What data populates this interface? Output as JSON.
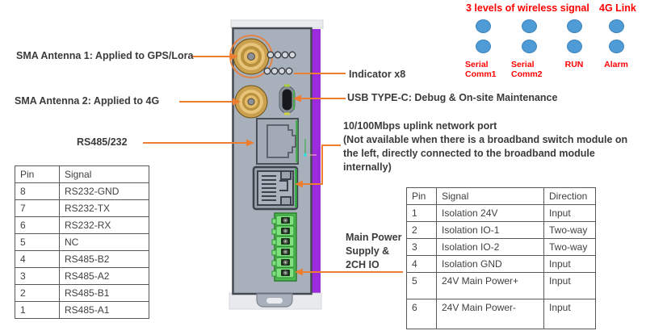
{
  "diagram_title": "Industrial gateway device port annotation diagram",
  "colors": {
    "annotation_arrow": "#ED7D31",
    "status_text_red": "#FF0000",
    "led_blue": "#4E9BD5",
    "device_body_gray": "#A8B0BC",
    "device_side_purple": "#9B2BDD",
    "terminal_green": "#6FDC70",
    "sma_gold": "#D9AE5F"
  },
  "left_labels": {
    "antenna1": "SMA Antenna 1: Applied to GPS/Lora",
    "antenna2": "SMA Antenna 2: Applied to 4G",
    "serial_port": "RS485/232"
  },
  "right_labels": {
    "indicator": "Indicator x8",
    "usb": "USB TYPE-C: Debug & On-site Maintenance",
    "uplink_title": "10/100Mbps uplink network port",
    "uplink_note": "(Not available when there is a broadband switch module on the left, directly connected to the broadband module internally)",
    "power": "Main Power Supply & 2CH IO"
  },
  "status": {
    "group1_title": "3 levels of wireless signal",
    "group2_title": "4G Link",
    "leds": [
      {
        "label": "Serial Comm1"
      },
      {
        "label": "Serial Comm2"
      },
      {
        "label": "RUN"
      },
      {
        "label": "Alarm"
      }
    ]
  },
  "left_table": {
    "headers": [
      "Pin",
      "Signal"
    ],
    "rows": [
      [
        "8",
        "RS232-GND"
      ],
      [
        "7",
        "RS232-TX"
      ],
      [
        "6",
        "RS232-RX"
      ],
      [
        "5",
        "NC"
      ],
      [
        "4",
        "RS485-B2"
      ],
      [
        "3",
        "RS485-A2"
      ],
      [
        "2",
        "RS485-B1"
      ],
      [
        "1",
        "RS485-A1"
      ]
    ]
  },
  "right_table": {
    "headers": [
      "Pin",
      "Signal",
      "Direction"
    ],
    "rows": [
      [
        "1",
        "Isolation 24V",
        "Input"
      ],
      [
        "2",
        "Isolation IO-1",
        "Two-way"
      ],
      [
        "3",
        "Isolation IO-2",
        "Two-way"
      ],
      [
        "4",
        "Isolation GND",
        "Input"
      ],
      [
        "5",
        "24V Main Power+",
        "Input"
      ],
      [
        "6",
        "24V Main Power-",
        "Input"
      ]
    ]
  }
}
